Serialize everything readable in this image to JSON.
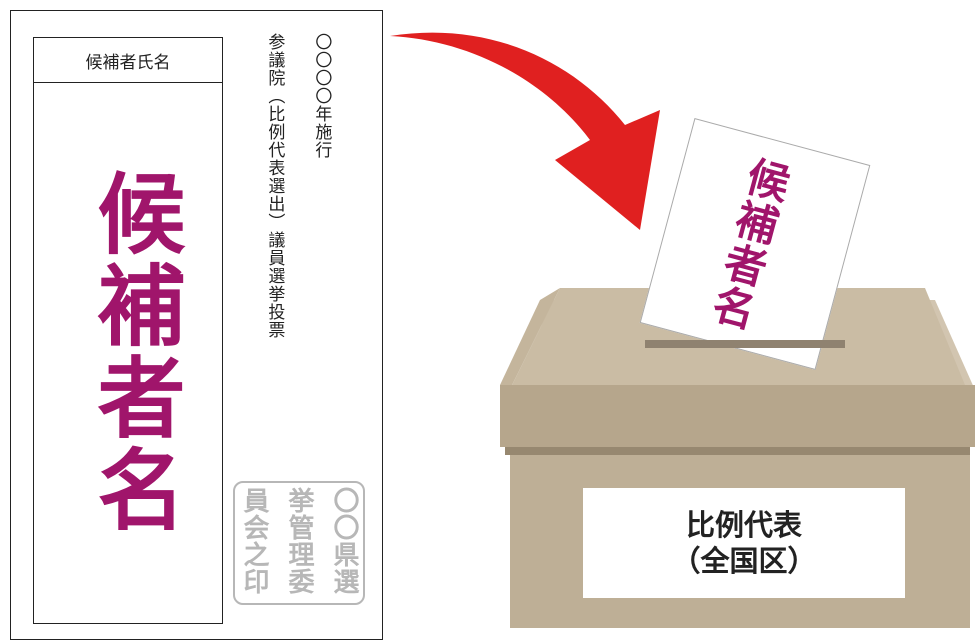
{
  "ballot": {
    "header_label": "候補者氏名",
    "candidate_name": "候補者名",
    "year_line": "〇〇〇〇年施行",
    "title_line": "参議院（比例代表選出）議員選挙投票",
    "stamp_cols": [
      "〇〇県選",
      "挙管理委",
      "員会之印"
    ]
  },
  "card": {
    "text": "候補者名"
  },
  "box": {
    "label_line1": "比例代表",
    "label_line2": "（全国区）"
  },
  "colors": {
    "candidate_magenta": "#a0156b",
    "arrow_red": "#e02020",
    "box_tan": "#beaf96",
    "stamp_gray": "#b7b7b7"
  },
  "icons": [
    "red-curved-arrow-icon",
    "ballot-box-icon"
  ]
}
